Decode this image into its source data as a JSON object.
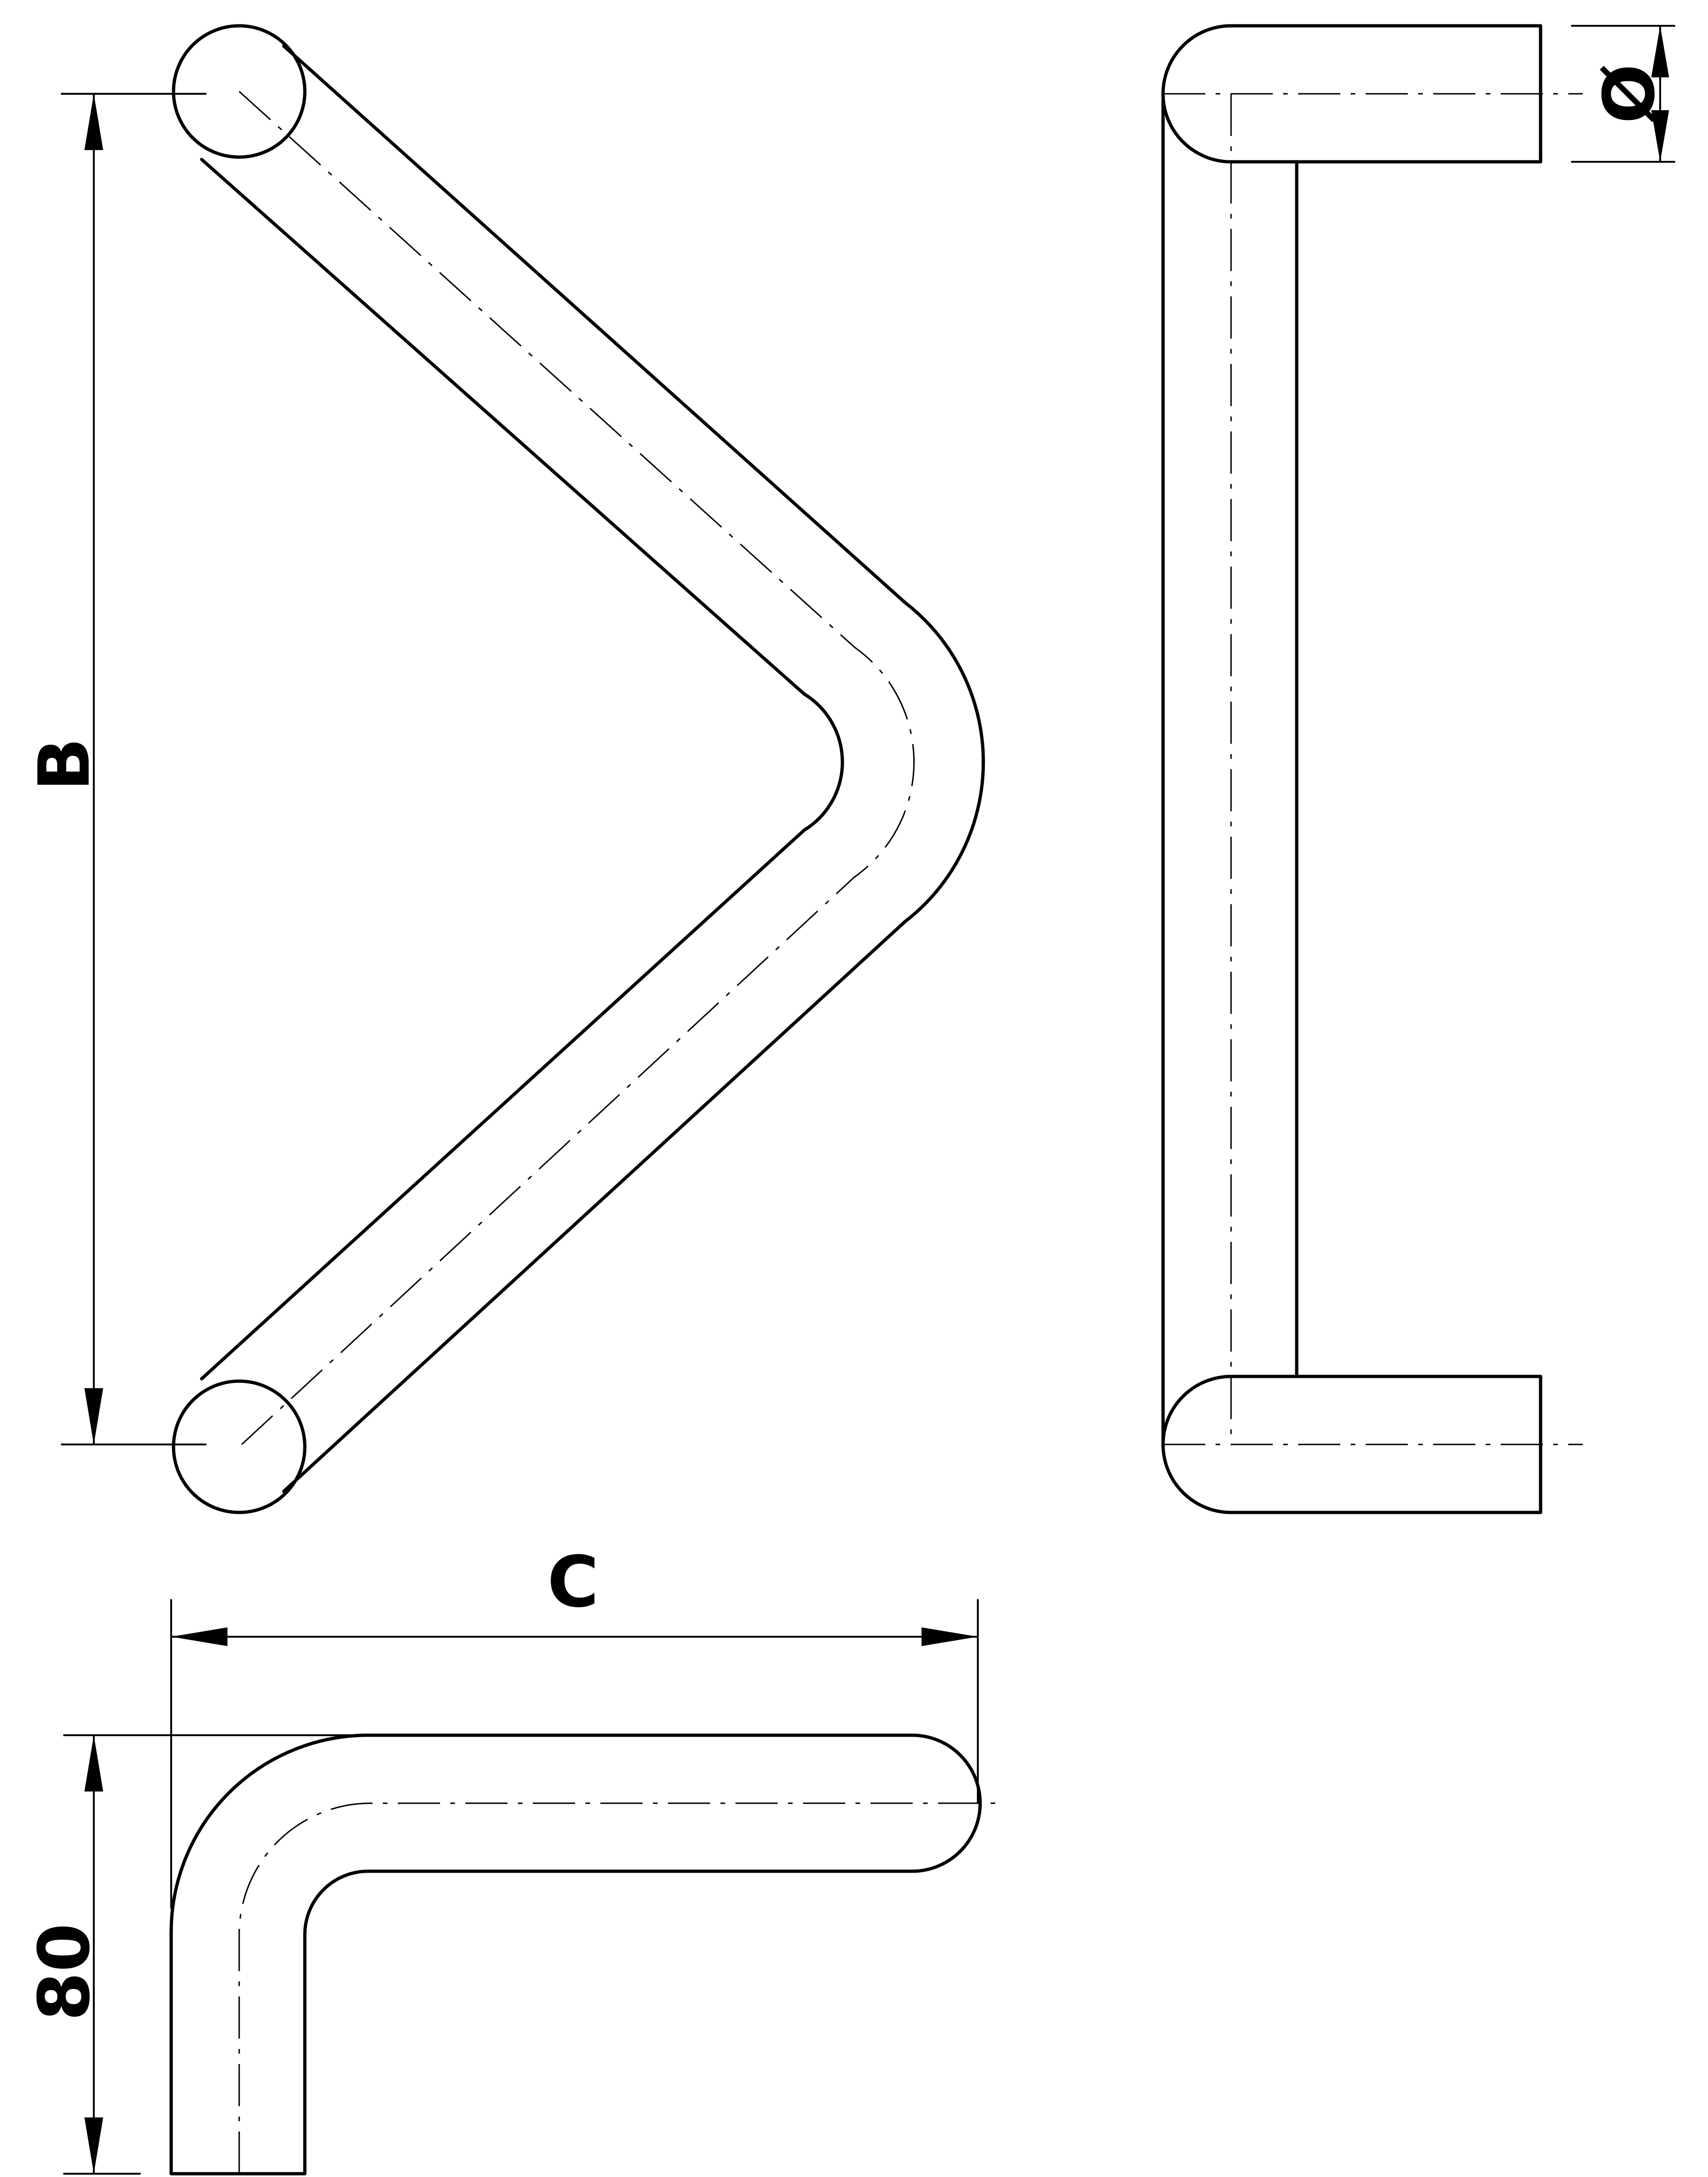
{
  "dimensions": {
    "height_label": "B",
    "width_label": "C",
    "projection_label": "80",
    "diameter_label": "Ø"
  },
  "colors": {
    "line": "#000000",
    "background": "#ffffff"
  }
}
